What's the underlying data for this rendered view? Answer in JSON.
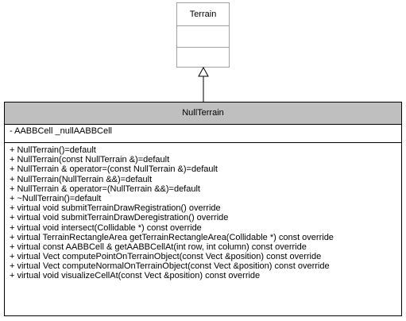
{
  "parent_class": {
    "name": "Terrain"
  },
  "main_class": {
    "name": "NullTerrain",
    "attributes": [
      "- AABBCell _nullAABBCell"
    ],
    "operations": [
      "+ NullTerrain()=default",
      "+ NullTerrain(const NullTerrain &)=default",
      "+ NullTerrain & operator=(const NullTerrain &)=default",
      "+ NullTerrain(NullTerrain &&)=default",
      "+ NullTerrain & operator=(NullTerrain &&)=default",
      "+ ~NullTerrain()=default",
      "+ virtual void submitTerrainDrawRegistration() override",
      "+ virtual void submitTerrainDrawDeregistration() override",
      "+ virtual void intersect(Collidable *) const override",
      "+ virtual TerrainRectangleArea getTerrainRectangleArea(Collidable *) const override",
      "+ virtual const AABBCell & getAABBCellAt(int row, int column) const override",
      "+ virtual Vect computePointOnTerrainObject(const Vect &position) const override",
      "+ virtual Vect computeNormalOnTerrainObject(const Vect &position) const override",
      "+ virtual void visualizeCellAt(const Vect &position) const override"
    ]
  },
  "colors": {
    "header_fill": "#bfbfbf",
    "parent_border": "#a0a0a0",
    "line": "#000000"
  }
}
